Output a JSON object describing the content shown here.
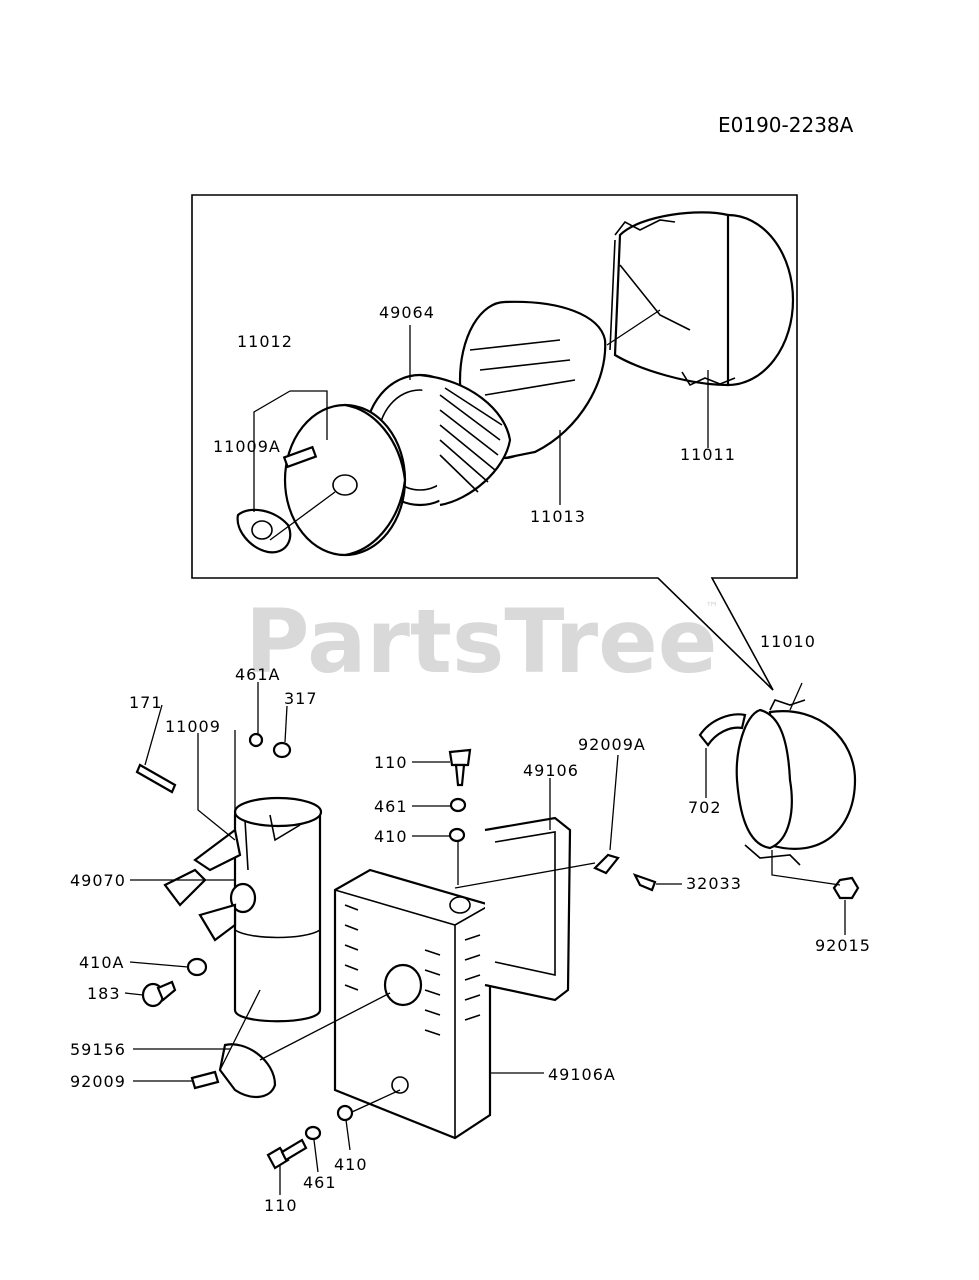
{
  "document_id": "E0190-2238A",
  "watermark": {
    "text": "PartsTree",
    "mark": "™"
  },
  "labels": {
    "p11012": "11012",
    "p49064": "49064",
    "p11009A": "11009A",
    "p11013": "11013",
    "p11011": "11011",
    "p11010": "11010",
    "p702": "702",
    "p92015": "92015",
    "p32033": "32033",
    "p461A": "461A",
    "p317": "317",
    "p171": "171",
    "p11009": "11009",
    "p110_top": "110",
    "p461_top": "461",
    "p410_top": "410",
    "p92009A": "92009A",
    "p49106": "49106",
    "p49070": "49070",
    "p410A": "410A",
    "p183": "183",
    "p59156": "59156",
    "p92009": "92009",
    "p49106A": "49106A",
    "p410_bottom": "410",
    "p461_bottom": "461",
    "p110_bottom": "110"
  }
}
